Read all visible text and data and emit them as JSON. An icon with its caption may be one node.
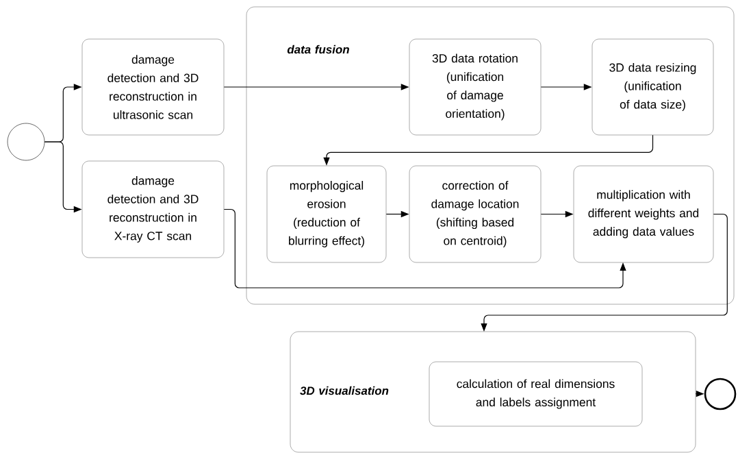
{
  "diagram": {
    "nodes": [
      {
        "text": [],
        "shape": "circle"
      },
      {
        "text": [
          "damage detection and 3D reconstruction in ultrasonic scan"
        ]
      },
      {
        "text": [
          "damage detection and 3D reconstruction in X-ray CT scan"
        ]
      },
      {
        "text": [
          "data fusion"
        ]
      },
      {
        "text": [
          "3D data rotation (unification of damage orientation)"
        ],
        "in": 3
      },
      {
        "text": [
          "3D data resizing (unification of data size)"
        ],
        "in": 3
      },
      {
        "text": [
          "morphological erosion (reduction of blurring effect)"
        ],
        "in": 3
      },
      {
        "text": [
          "correction of damage location (shifting based on centroid)"
        ],
        "in": 3
      },
      {
        "text": [
          "multiplication with different weights and adding data values"
        ],
        "in": 3
      },
      {
        "text": [
          "3D visualisation"
        ]
      },
      {
        "text": [
          "calculation of real dimensions and labels assignment"
        ],
        "in": 9
      },
      {
        "text": [],
        "shape": "circle"
      }
    ],
    "edges": [
      {
        "from": 0,
        "to": 1,
        "arrow": "to"
      },
      {
        "from": 0,
        "to": 2,
        "arrow": "to"
      },
      {
        "from": 1,
        "to": 4,
        "arrow": "to"
      },
      {
        "from": 4,
        "to": 5,
        "arrow": "to"
      },
      {
        "from": 5,
        "to": 6,
        "arrow": "to"
      },
      {
        "from": 6,
        "to": 7,
        "arrow": "to"
      },
      {
        "from": 7,
        "to": 8,
        "arrow": "to"
      },
      {
        "from": 2,
        "to": 8,
        "arrow": "to"
      },
      {
        "from": 8,
        "to": 9,
        "arrow": "to"
      },
      {
        "from": 9,
        "to": 11,
        "arrow": "to"
      }
    ]
  }
}
